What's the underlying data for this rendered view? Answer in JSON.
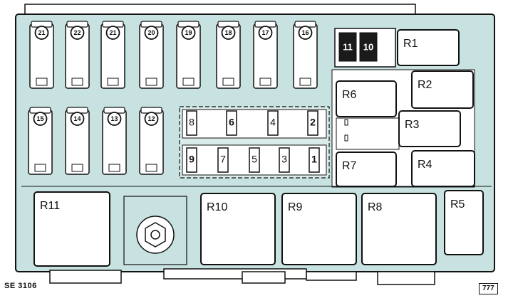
{
  "diagram": {
    "colors": {
      "panel": "#c7e2e0",
      "part": "#ffffff",
      "outline": "#111111",
      "accent": "#1a1a1a"
    },
    "large_fuses_top": [
      {
        "id": "fuse-21",
        "label": "21"
      },
      {
        "id": "fuse-22",
        "label": "22"
      },
      {
        "id": "fuse-21b",
        "label": "21"
      },
      {
        "id": "fuse-20",
        "label": "20"
      },
      {
        "id": "fuse-19",
        "label": "19"
      },
      {
        "id": "fuse-18",
        "label": "18"
      },
      {
        "id": "fuse-17",
        "label": "17"
      },
      {
        "id": "fuse-16",
        "label": "16"
      }
    ],
    "large_fuses_bottom": [
      {
        "id": "fuse-15",
        "label": "15"
      },
      {
        "id": "fuse-14",
        "label": "14"
      },
      {
        "id": "fuse-13",
        "label": "13"
      },
      {
        "id": "fuse-12",
        "label": "12"
      }
    ],
    "mini_fuses_top": [
      {
        "id": "mini-fuse-8",
        "label": "8"
      },
      {
        "id": "mini-fuse-6",
        "label": "6"
      },
      {
        "id": "mini-fuse-4",
        "label": "4"
      },
      {
        "id": "mini-fuse-2",
        "label": "2"
      }
    ],
    "mini_fuses_bottom": [
      {
        "id": "mini-fuse-9",
        "label": "9"
      },
      {
        "id": "mini-fuse-7",
        "label": "7"
      },
      {
        "id": "mini-fuse-5",
        "label": "5"
      },
      {
        "id": "mini-fuse-3",
        "label": "3"
      },
      {
        "id": "mini-fuse-1",
        "label": "1"
      }
    ],
    "maxi_fuses": [
      {
        "id": "maxi-fuse-11",
        "label": "11"
      },
      {
        "id": "maxi-fuse-10",
        "label": "10"
      }
    ],
    "relays": [
      {
        "id": "relay-r1",
        "label": "R1"
      },
      {
        "id": "relay-r2",
        "label": "R2"
      },
      {
        "id": "relay-r3",
        "label": "R3"
      },
      {
        "id": "relay-r4",
        "label": "R4"
      },
      {
        "id": "relay-r5",
        "label": "R5"
      },
      {
        "id": "relay-r6",
        "label": "R6"
      },
      {
        "id": "relay-r7",
        "label": "R7"
      },
      {
        "id": "relay-r8",
        "label": "R8"
      },
      {
        "id": "relay-r9",
        "label": "R9"
      },
      {
        "id": "relay-r10",
        "label": "R10"
      },
      {
        "id": "relay-r11",
        "label": "R11"
      }
    ],
    "reference_left": "SE 3106",
    "reference_right": "777"
  }
}
